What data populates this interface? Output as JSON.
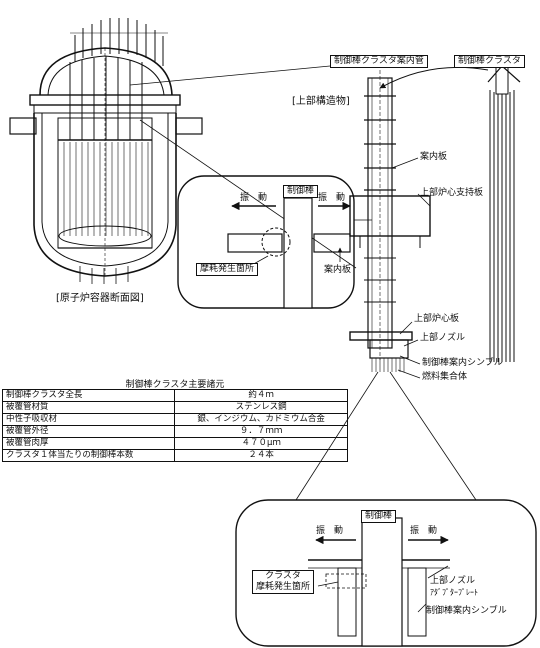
{
  "labels": {
    "guide_tube": "制御棒クラスタ案内管",
    "cluster": "制御棒クラスタ",
    "upper_structure": "[上部構造物]",
    "guide_plate": "案内板",
    "upper_core_support_plate": "上部炉心支持板",
    "upper_core_plate": "上部炉心板",
    "upper_nozzle": "上部ノズル",
    "thimble": "制御棒案内シンブル",
    "fuel_assembly": "燃料集合体",
    "vessel_caption": "[原子炉容器断面図]"
  },
  "detail1": {
    "rod": "制御棒",
    "vib_left": "振　動",
    "vib_right": "振　動",
    "wear": "摩耗発生箇所",
    "guide_plate": "案内板"
  },
  "detail2": {
    "rod": "制御棒",
    "vib_left": "振　動",
    "vib_right": "振　動",
    "wear_line1": "クラスタ",
    "wear_line2": "摩耗発生箇所",
    "upper_nozzle": "上部ノズル",
    "adapter": "ｱﾀﾞﾌﾟﾀｰﾌﾟﾚｰﾄ",
    "thimble": "制御棒案内シンブル"
  },
  "spec": {
    "title": "制御棒クラスタ主要諸元",
    "rows": [
      {
        "item": "制御棒クラスタ全長",
        "value": "約４ｍ"
      },
      {
        "item": "被覆管材質",
        "value": "ステンレス鋼"
      },
      {
        "item": "中性子吸収材",
        "value": "銀、インジウム、カドミウム合金"
      },
      {
        "item": "被覆管外径",
        "value": "９．７ｍｍ"
      },
      {
        "item": "被覆管肉厚",
        "value": "４７０μｍ"
      },
      {
        "item": "クラスタ１体当たりの制御棒本数",
        "value": "２４本"
      }
    ]
  }
}
